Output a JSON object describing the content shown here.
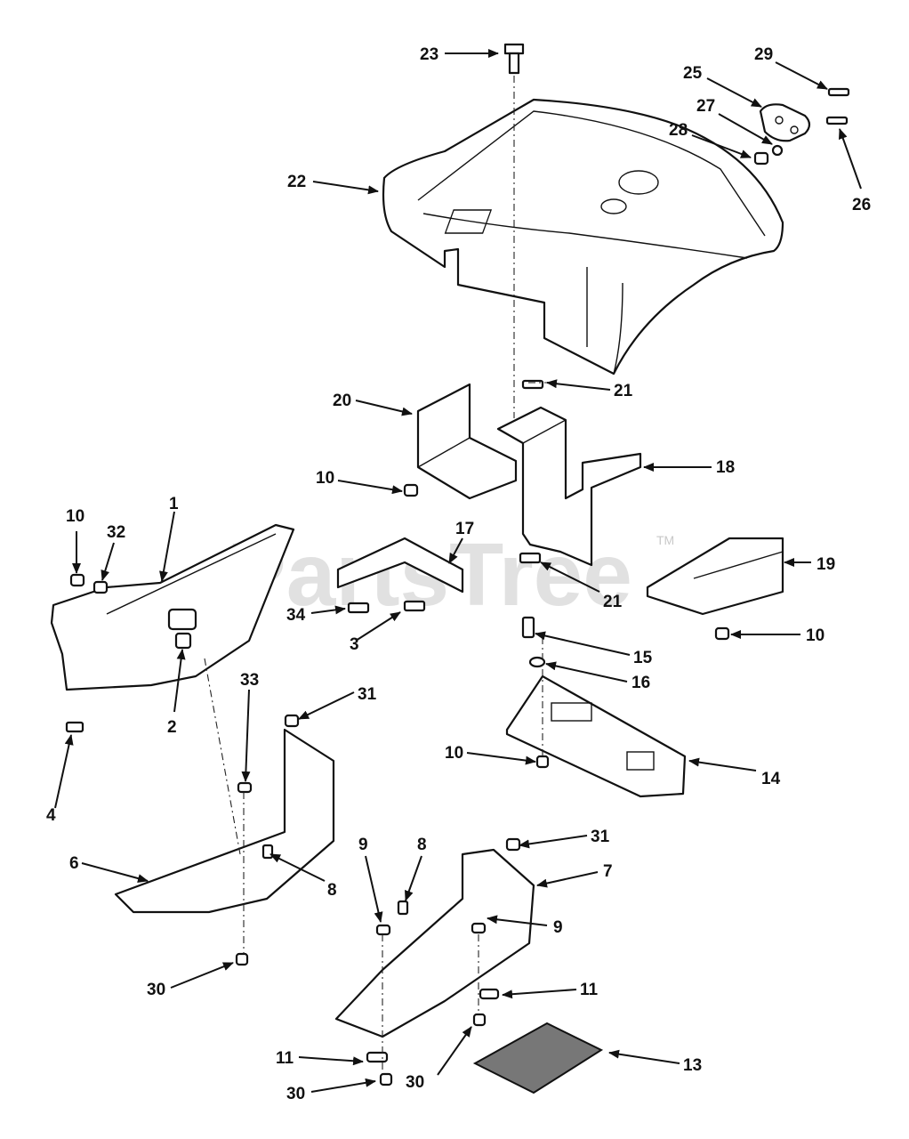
{
  "watermark": {
    "text": "PartsTree",
    "trademark": "TM"
  },
  "callouts": [
    {
      "id": "c23a",
      "num": "23"
    },
    {
      "id": "c25",
      "num": "25"
    },
    {
      "id": "c29",
      "num": "29"
    },
    {
      "id": "c27",
      "num": "27"
    },
    {
      "id": "c28",
      "num": "28"
    },
    {
      "id": "c26",
      "num": "26"
    },
    {
      "id": "c22",
      "num": "22"
    },
    {
      "id": "c21a",
      "num": "21"
    },
    {
      "id": "c20",
      "num": "20"
    },
    {
      "id": "c18",
      "num": "18"
    },
    {
      "id": "c10a",
      "num": "10"
    },
    {
      "id": "c1",
      "num": "1"
    },
    {
      "id": "c10b",
      "num": "10"
    },
    {
      "id": "c32",
      "num": "32"
    },
    {
      "id": "c17",
      "num": "17"
    },
    {
      "id": "c19",
      "num": "19"
    },
    {
      "id": "c21b",
      "num": "21"
    },
    {
      "id": "c34",
      "num": "34"
    },
    {
      "id": "c3",
      "num": "3"
    },
    {
      "id": "c10c",
      "num": "10"
    },
    {
      "id": "c15",
      "num": "15"
    },
    {
      "id": "c16",
      "num": "16"
    },
    {
      "id": "c2",
      "num": "2"
    },
    {
      "id": "c33",
      "num": "33"
    },
    {
      "id": "c31a",
      "num": "31"
    },
    {
      "id": "c10d",
      "num": "10"
    },
    {
      "id": "c14",
      "num": "14"
    },
    {
      "id": "c4",
      "num": "4"
    },
    {
      "id": "c6",
      "num": "6"
    },
    {
      "id": "c8a",
      "num": "8"
    },
    {
      "id": "c9a",
      "num": "9"
    },
    {
      "id": "c8b",
      "num": "8"
    },
    {
      "id": "c31b",
      "num": "31"
    },
    {
      "id": "c7",
      "num": "7"
    },
    {
      "id": "c9b",
      "num": "9"
    },
    {
      "id": "c30a",
      "num": "30"
    },
    {
      "id": "c11a",
      "num": "11"
    },
    {
      "id": "c11b",
      "num": "11"
    },
    {
      "id": "c13",
      "num": "13"
    },
    {
      "id": "c30b",
      "num": "30"
    },
    {
      "id": "c30c",
      "num": "30"
    }
  ]
}
